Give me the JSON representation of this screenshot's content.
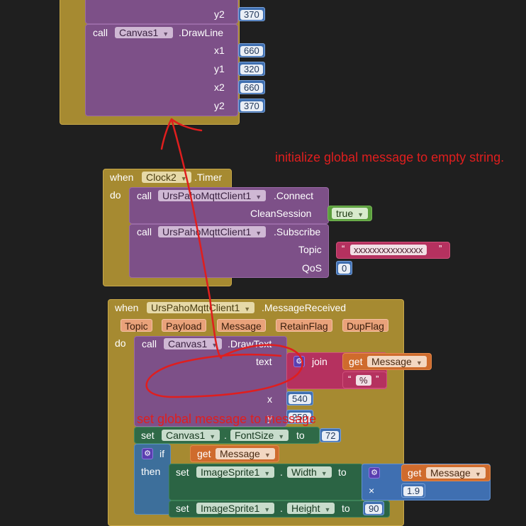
{
  "top_block": {
    "y2_top": {
      "label": "y2",
      "value": "370"
    },
    "drawline": {
      "call": "call",
      "component": "Canvas1",
      "method": ".DrawLine"
    },
    "args": [
      {
        "label": "x1",
        "value": "660"
      },
      {
        "label": "y1",
        "value": "320"
      },
      {
        "label": "x2",
        "value": "660"
      },
      {
        "label": "y2",
        "value": "370"
      }
    ]
  },
  "annotation_top": "initialize global message to empty string.",
  "timer_block": {
    "when": "when",
    "component": "Clock2",
    "event": ".Timer",
    "do": "do",
    "connect": {
      "call": "call",
      "component": "UrsPahoMqttClient1",
      "method": ".Connect",
      "param": "CleanSession",
      "value": "true"
    },
    "subscribe": {
      "call": "call",
      "component": "UrsPahoMqttClient1",
      "method": ".Subscribe",
      "topic_label": "Topic",
      "topic_value": "xxxxxxxxxxxxxxx",
      "qos_label": "QoS",
      "qos_value": "0"
    }
  },
  "message_block": {
    "when": "when",
    "component": "UrsPahoMqttClient1",
    "event": ".MessageReceived",
    "params": [
      "Topic",
      "Payload",
      "Message",
      "RetainFlag",
      "DupFlag"
    ],
    "do": "do",
    "drawtext": {
      "call": "call",
      "component": "Canvas1",
      "method": ".DrawText",
      "text_label": "text",
      "join": "join",
      "get": "get",
      "get_var": "Message",
      "pct": "%",
      "x_label": "x",
      "x_value": "540",
      "y_label": "y",
      "y_value": "250"
    },
    "set_font": {
      "set": "set",
      "component": "Canvas1",
      "prop": "FontSize",
      "to": "to",
      "value": "72"
    },
    "if": {
      "if": "if",
      "get": "get",
      "var": "Message",
      "then": "then"
    },
    "set_width": {
      "set": "set",
      "component": "ImageSprite1",
      "prop": "Width",
      "to": "to",
      "get": "get",
      "var": "Message",
      "times": "×",
      "factor": "1.9"
    },
    "set_height": {
      "set": "set",
      "component": "ImageSprite1",
      "prop": "Height",
      "to": "to",
      "value": "90"
    }
  },
  "annotation_bottom": "set global message to message",
  "colors": {
    "event": "#a68a31",
    "procedure": "#7d5088",
    "text": "#b5315f",
    "setter": "#2f6a47",
    "getter": "#cf6b2d",
    "math": "#3f6fb1",
    "logic": "#5a9e3c",
    "annotation": "#e01e1e"
  }
}
